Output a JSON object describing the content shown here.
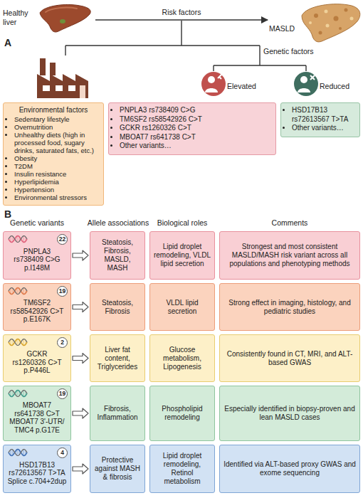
{
  "diagram": {
    "nodes": [
      {
        "text": [
          "Healthy liver"
        ]
      },
      {
        "text": [
          "MASLD"
        ]
      },
      {
        "text": [
          "Environmental factors",
          "Sedentary lifestyle",
          "Overnutrition",
          "Unhealthy diets (high in processed food, sugary drinks, saturated fats, etc.)",
          "Obesity",
          "T2DM",
          "Insulin resistance",
          "Hyperlipidemia",
          "Hypertension",
          "Environmental stressors"
        ]
      },
      {
        "text": [
          "Elevated",
          "PNPLA3 rs738409 C>G",
          "TM6SF2 rs58542926 C>T",
          "GCKR rs1260326 C>T",
          "MBOAT7 rs641738 C>T",
          "Other variants…"
        ]
      },
      {
        "text": [
          "Reduced",
          "HSD17B13 rs72613567 T>TA",
          "Other variants…"
        ]
      },
      {
        "text": [
          "PNPLA3",
          "rs738409 C>G",
          "p.I148M"
        ]
      },
      {
        "text": [
          "22"
        ],
        "in": 5
      },
      {
        "text": [
          "Steatosis, Fibrosis, MASLD, MASH"
        ]
      },
      {
        "text": [
          "Lipid droplet remodeling, VLDL lipid secretion"
        ]
      },
      {
        "text": [
          "Strongest and most consistent MASLD/MASH risk variant across all populations and phenotyping methods"
        ]
      },
      {
        "text": [
          "TM6SF2",
          "rs58542926 C>T",
          "p.E167K"
        ]
      },
      {
        "text": [
          "19"
        ],
        "in": 10
      },
      {
        "text": [
          "Steatosis, Fibrosis"
        ]
      },
      {
        "text": [
          "VLDL lipid secretion"
        ]
      },
      {
        "text": [
          "Strong effect in imaging, histology, and pediatric studies"
        ]
      },
      {
        "text": [
          "GCKR",
          "rs1260326 C>T",
          "p.P446L"
        ]
      },
      {
        "text": [
          "2"
        ],
        "in": 15
      },
      {
        "text": [
          "Liver fat content, Triglycerides"
        ]
      },
      {
        "text": [
          "Glucose metabolism, Lipogenesis"
        ]
      },
      {
        "text": [
          "Consistently found in CT, MRI, and ALT-based GWAS"
        ]
      },
      {
        "text": [
          "MBOAT7",
          "rs641738 C>T",
          "MBOAT7 3'-UTR/ TMC4 p.G17E"
        ]
      },
      {
        "text": [
          "19"
        ],
        "in": 20
      },
      {
        "text": [
          "Fibrosis, Inflammation"
        ]
      },
      {
        "text": [
          "Phospholipid remodeling"
        ]
      },
      {
        "text": [
          "Especially identified in biopsy-proven and lean MASLD cases"
        ]
      },
      {
        "text": [
          "HSD17B13",
          "rs72613567 T>TA",
          "Splice c.704+2dup"
        ]
      },
      {
        "text": [
          "4"
        ],
        "in": 25
      },
      {
        "text": [
          "Protective against MASH & fibrosis"
        ]
      },
      {
        "text": [
          "Lipid droplet remodeling, Retinol metabolism"
        ]
      },
      {
        "text": [
          "Identified via ALT-based proxy GWAS and exome sequencing"
        ]
      }
    ],
    "edges": [
      {
        "from": 0,
        "to": 1,
        "label": "Risk factors",
        "arrow": "to"
      },
      {
        "from": 5,
        "to": 7,
        "arrow": "to"
      },
      {
        "from": 10,
        "to": 12,
        "arrow": "to"
      },
      {
        "from": 15,
        "to": 17,
        "arrow": "to"
      },
      {
        "from": 20,
        "to": 22,
        "arrow": "to"
      },
      {
        "from": 25,
        "to": 27,
        "arrow": "to"
      }
    ],
    "labels": [
      "A",
      "Genetic factors",
      "B",
      "Genetic variants",
      "Allele associations",
      "Biological roles",
      "Comments"
    ]
  }
}
